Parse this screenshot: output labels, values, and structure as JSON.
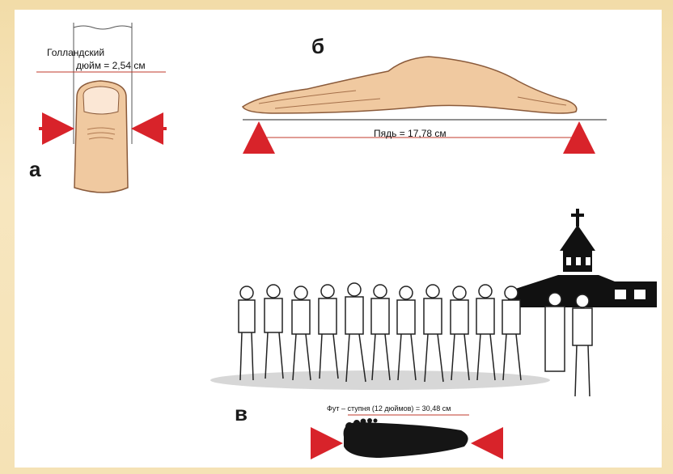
{
  "panel_a": {
    "letter": "а",
    "label_line1": "Голландский",
    "label_line2": "дюйм = 2,54 см"
  },
  "panel_b": {
    "letter": "б",
    "label": "Пядь = 17,78 см"
  },
  "panel_c": {
    "letter": "в",
    "label": "Фут – ступня (12 дюймов) = 30,48 см"
  },
  "colors": {
    "arrow": "#d8232a",
    "skin": "#f0c9a0",
    "background": "#f4e2b6"
  }
}
